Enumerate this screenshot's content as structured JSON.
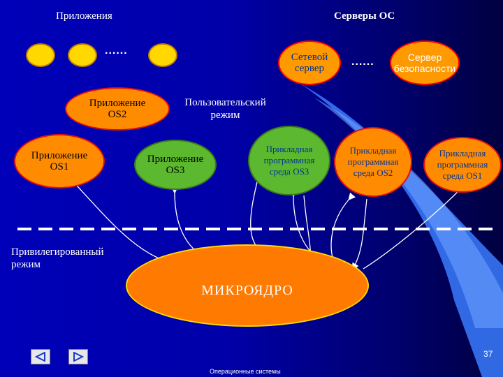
{
  "titles": {
    "applications": "Приложения",
    "os_servers": "Серверы ОС",
    "user_mode": "Пользовательский\nрежим",
    "privileged_mode": "Привилегированный\nрежим"
  },
  "ellipses": {
    "dots_left": "......",
    "dots_right": "......",
    "network_server": "Сетевой\nсервер",
    "security_server": "Сервер\nбезопасности",
    "app_os2": "Приложение\nOS2",
    "app_os1": "Приложение\nOS1",
    "app_os3": "Приложение\nOS3",
    "env_os3": "Прикладная\nпрограммная\nсреда OS3",
    "env_os2": "Прикладная\nпрограммная\nсреда OS2",
    "env_os1": "Прикладная\nпрограммная\nсреда OS1",
    "microkernel": "МИКРОЯДРО"
  },
  "footer": {
    "page_number": "37",
    "caption": "Операционные системы"
  },
  "colors": {
    "background": "#0000b8",
    "ellipse_fill": "#ff9a00",
    "ellipse_border": "#e01010",
    "green_fill": "#5cb82e",
    "yellow_fill": "#ffd800",
    "microkernel_fill": "#ff7a00",
    "accent_blue": "#4a90ff"
  },
  "icons": {
    "prev": "triangle-left-icon",
    "next": "triangle-right-icon"
  }
}
